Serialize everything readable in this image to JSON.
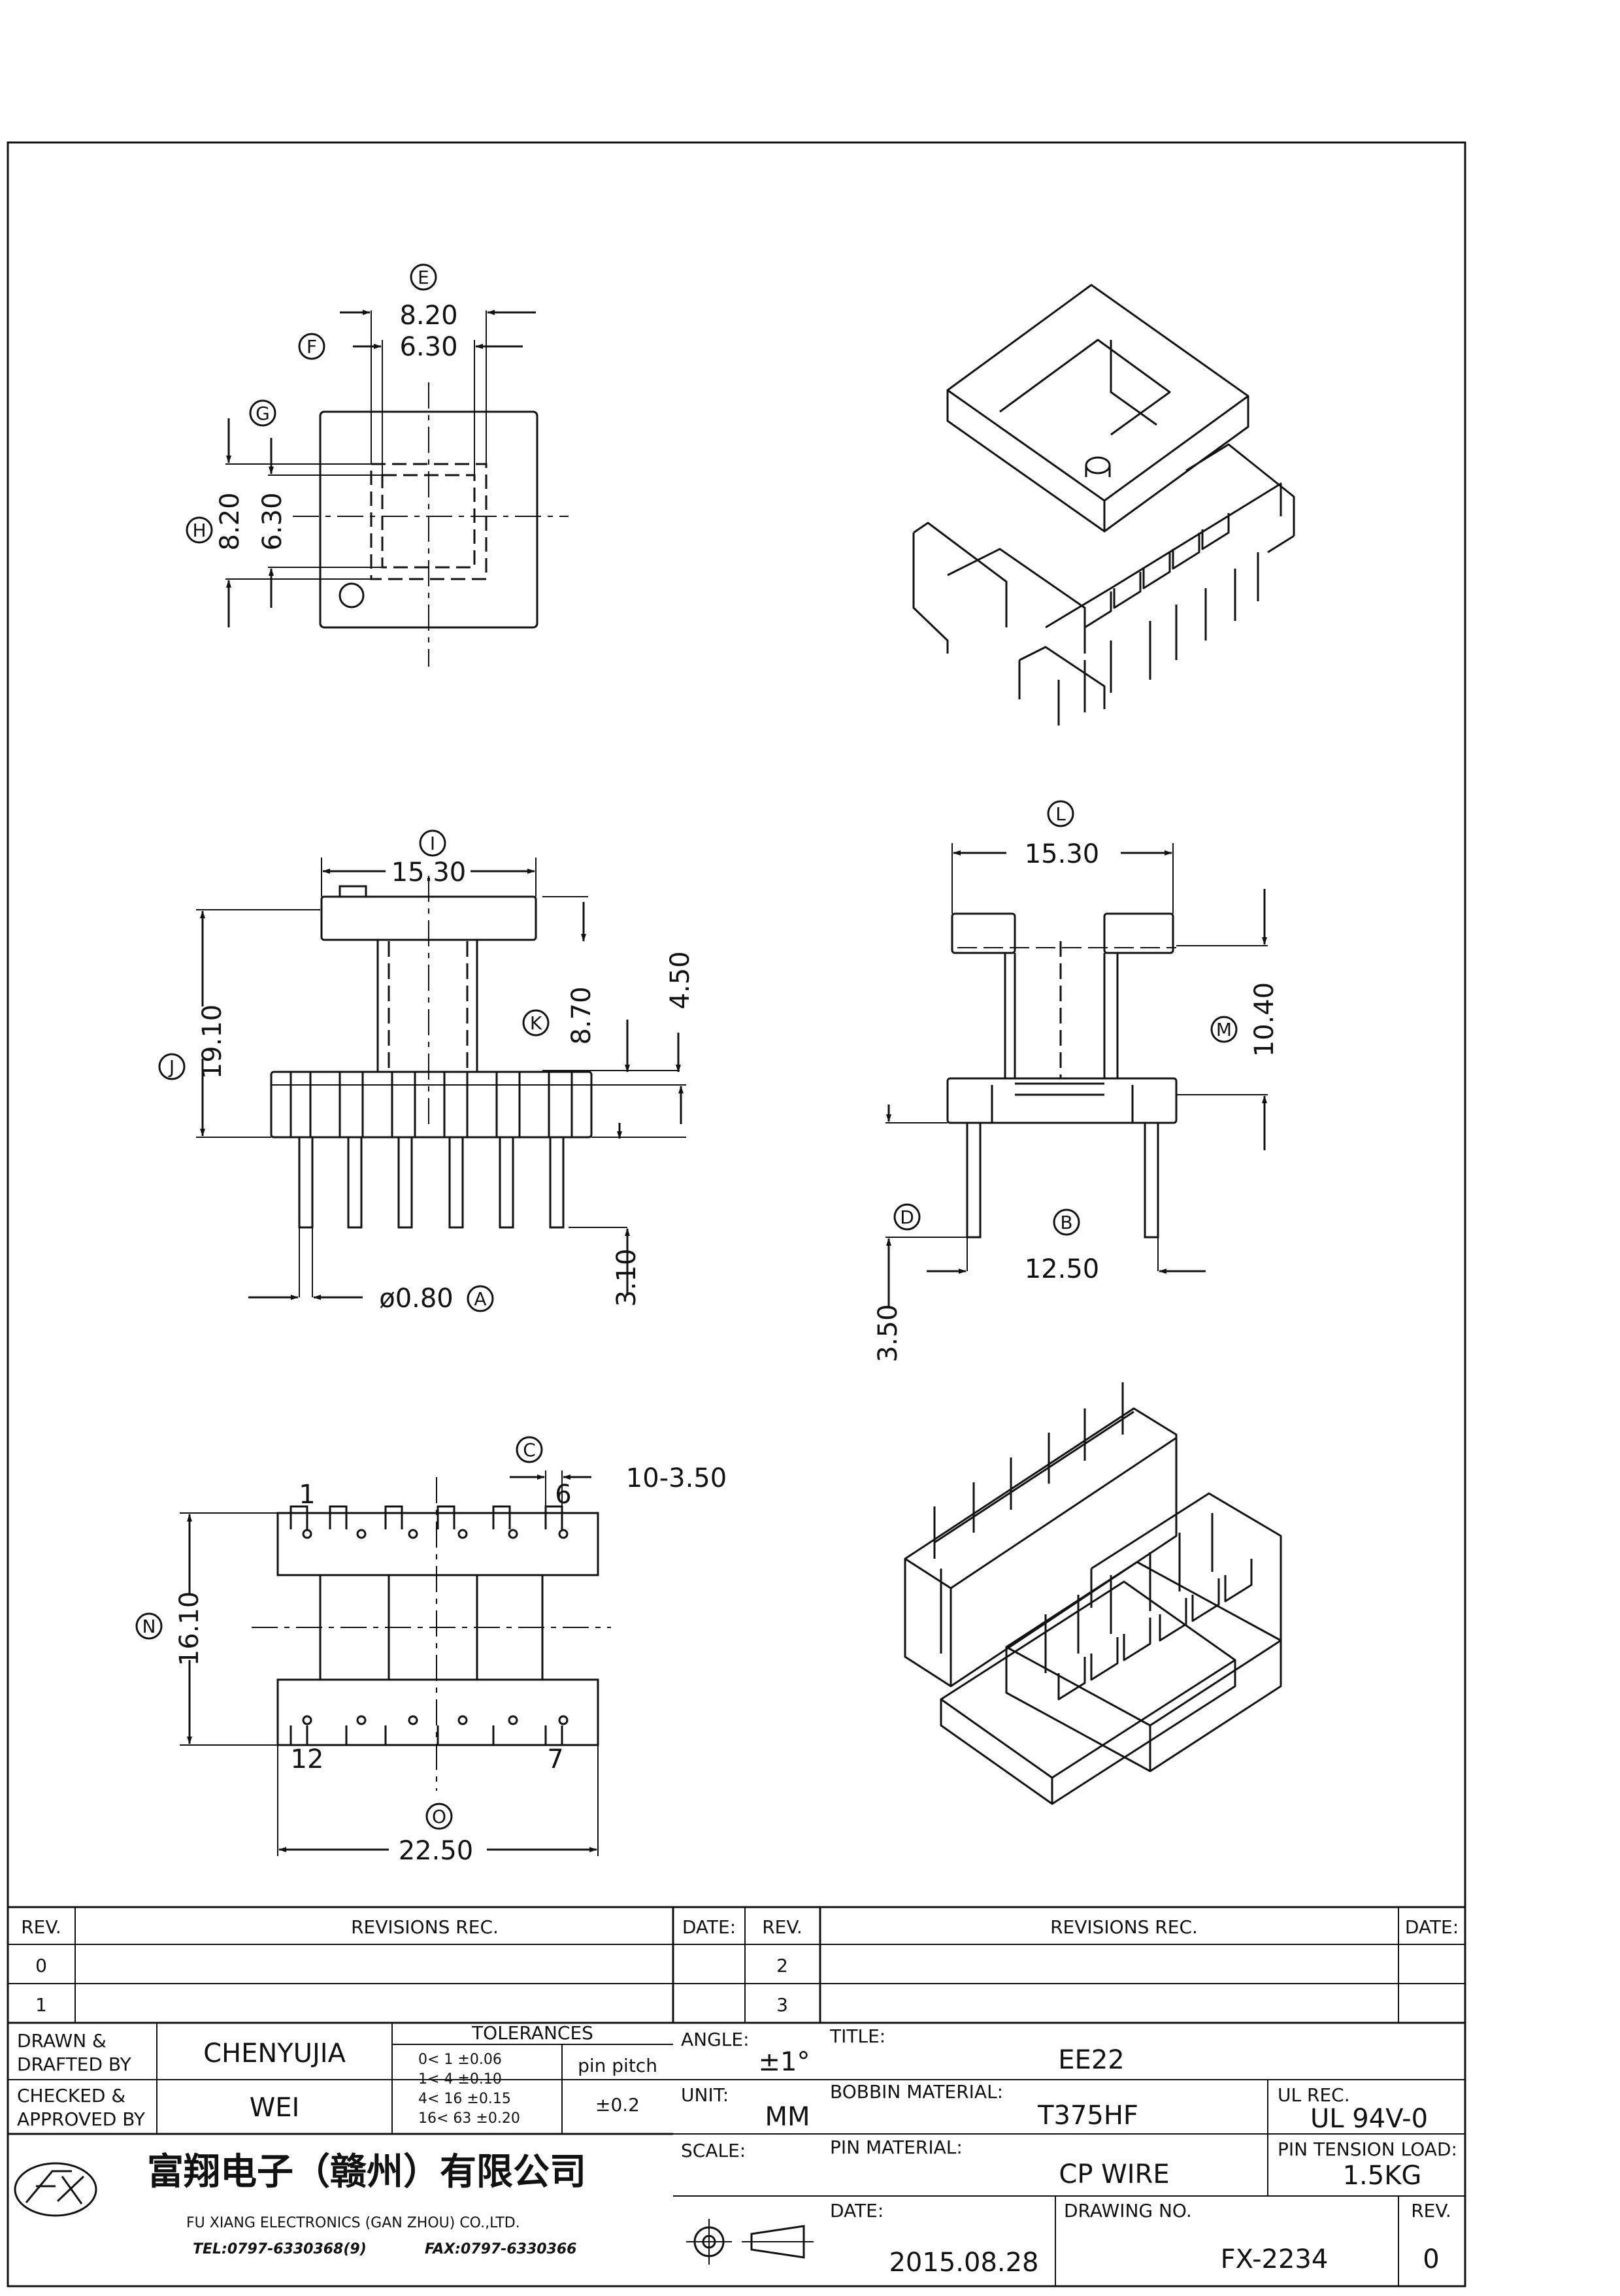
{
  "dimensions": {
    "top": {
      "width_outer": "8.20",
      "width_inner": "6.30",
      "height_outer": "8.20",
      "height_inner": "6.30"
    },
    "front": {
      "width": "15.30",
      "height": "19.10",
      "core": "8.70",
      "flange": "4.50",
      "pin_length": "3.10",
      "pin_diameter": "ø0.80"
    },
    "side": {
      "width": "15.30",
      "core": "10.40",
      "pin_span": "12.50",
      "pin_length": "3.50"
    },
    "bottom": {
      "pitch": "10-3.50",
      "height": "16.10",
      "width": "22.50",
      "pin_1": "1",
      "pin_6": "6",
      "pin_12": "12",
      "pin_7": "7"
    }
  },
  "callouts": [
    "A",
    "B",
    "C",
    "D",
    "E",
    "F",
    "G",
    "H",
    "I",
    "J",
    "K",
    "L",
    "M",
    "N",
    "O"
  ],
  "revisions": {
    "header": {
      "rev": "REV.",
      "rec": "REVISIONS   REC.",
      "date": "DATE:"
    },
    "rows": [
      "0",
      "1",
      "2",
      "3"
    ]
  },
  "title_block": {
    "drawn_label": "DRAWN &\nDRAFTED BY",
    "drawn_value": "CHENYUJIA",
    "checked_label": "CHECKED &\nAPPROVED BY",
    "checked_value": "WEI",
    "tolerances_label": "TOLERANCES",
    "tolerances": [
      "0<  1   ±0.06",
      "1<  4   ±0.10",
      "4<  16  ±0.15",
      "16<  63  ±0.20"
    ],
    "pin_pitch_label": "pin pitch",
    "pin_pitch_value": "±0.2",
    "angle_label": "ANGLE:",
    "angle_value": "±1°",
    "unit_label": "UNIT:",
    "unit_value": "MM",
    "scale_label": "SCALE:",
    "title_label": "TITLE:",
    "title_value": "EE22",
    "bobbin_label": "BOBBIN  MATERIAL:",
    "bobbin_value": "T375HF",
    "ul_label": "UL  REC.",
    "ul_value": "UL  94V-0",
    "pin_material_label": "PIN  MATERIAL:",
    "pin_material_value": "CP  WIRE",
    "pin_tension_label": "PIN  TENSION  LOAD:",
    "pin_tension_value": "1.5KG",
    "date_label": "DATE:",
    "date_value": "2015.08.28",
    "drawing_no_label": "DRAWING  NO.",
    "drawing_no_value": "FX-2234",
    "rev_label": "REV.",
    "rev_value": "0",
    "company_cn": "富翔电子（赣州）有限公司",
    "company_en": "FU XIANG ELECTRONICS (GAN ZHOU) CO.,LTD.",
    "tel": "TEL:0797-6330368(9)",
    "fax": "FAX:0797-6330366"
  }
}
